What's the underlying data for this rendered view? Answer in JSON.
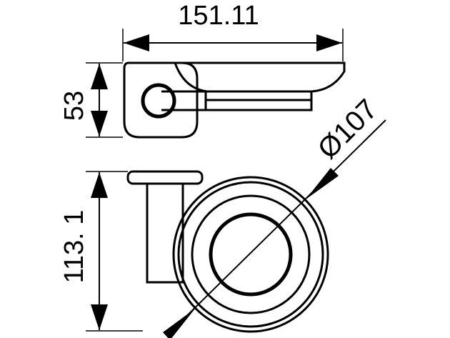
{
  "dimensions": {
    "width_label": "151.11",
    "height_top_label": "53",
    "diameter_label": "Ø107",
    "height_bottom_label": "113. 1"
  }
}
